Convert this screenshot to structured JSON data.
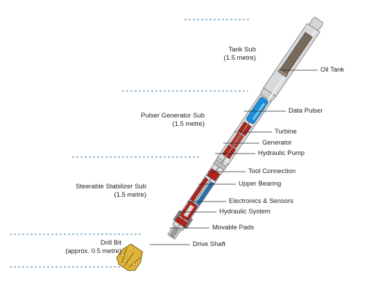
{
  "sections": [
    {
      "key": "tank",
      "name": "Tank Sub",
      "size": "(1.5 metre)"
    },
    {
      "key": "pulser",
      "name": "Pulser Generator Sub",
      "size": "(1.5 metre)"
    },
    {
      "key": "stabilizer",
      "name": "Steerable Stabilizer Sub",
      "size": "(1.5 metre)"
    },
    {
      "key": "bit",
      "name": "Drill Bit",
      "size": "(approx. 0.5 metre)"
    }
  ],
  "components": {
    "oil_tank": "Oil Tank",
    "data_pulser": "Data Pulser",
    "turbine": "Turbine",
    "generator": "Generator",
    "hydraulic_pump": "Hydraulic Pump",
    "tool_connection": "Tool Connection",
    "upper_bearing": "Upper Bearing",
    "electronics_sensors": "Electronics & Sensors",
    "hydraulic_system": "Hydraulic System",
    "movable_pads": "Movable Pads",
    "drive_shaft": "Drive Shaft"
  },
  "colors": {
    "casing": "#d9dadb",
    "casing_edge": "#7d7f82",
    "oil": "#7a6a5c",
    "pulser": "#1e8fd6",
    "hydraulic": "#b0241c",
    "bit": "#e0b43a",
    "divider": "#2f6f9f"
  }
}
